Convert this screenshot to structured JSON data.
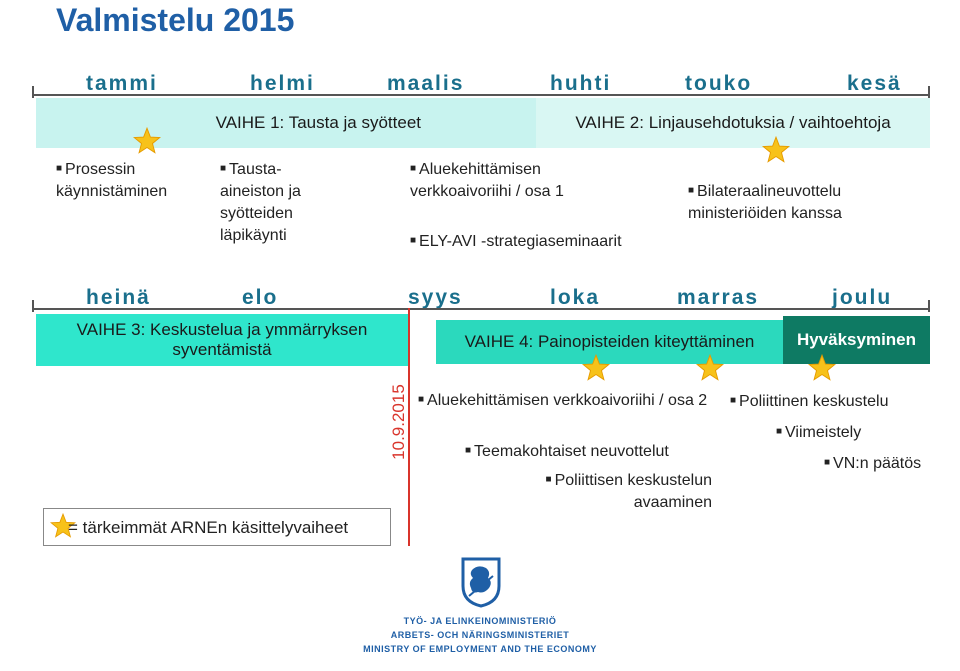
{
  "title": "Valmistelu 2015",
  "months_top": [
    "tammi",
    "helmi",
    "maalis",
    "huhti",
    "touko",
    "kesä"
  ],
  "months_bottom": [
    "heinä",
    "elo",
    "syys",
    "loka",
    "marras",
    "joulu"
  ],
  "phases": {
    "p1": "VAIHE 1: Tausta ja syötteet",
    "p2": "VAIHE 2: Linjausehdotuksia / vaihtoehtoja",
    "p3": "VAIHE 3: Keskustelua ja ymmärryksen syventämistä",
    "p4": "VAIHE 4: Painopisteiden kiteyttäminen",
    "p5": "Hyväksyminen"
  },
  "tasks_top": {
    "prosessin": "Prosessin käynnistäminen",
    "tausta": "Tausta-aineiston ja syötteiden läpikäynti",
    "aluekehitt": "Aluekehittämisen verkkoaivoriihi / osa 1",
    "ely": "ELY-AVI -strategiaseminaarit",
    "bilat": "Bilateraalineuvottelu ministeriöiden kanssa"
  },
  "tasks_bottom": {
    "aluekehitt2": "Aluekehittämisen verkkoaivoriihi / osa 2",
    "teema": "Teemakohtaiset neuvottelut",
    "poliittisen": "Poliittisen keskustelun avaaminen",
    "poliittinen": "Poliittinen keskustelu",
    "viimeistely": "Viimeistely",
    "vn": "VN:n päätös"
  },
  "date_marker": "10.9.2015",
  "legend": "= tärkeimmät ARNEn käsittelyvaiheet",
  "logo": {
    "line1": "TYÖ- JA ELINKEINOMINISTERIÖ",
    "line2": "ARBETS- OCH NÄRINGSMINISTERIET",
    "line3": "MINISTRY OF EMPLOYMENT AND THE ECONOMY"
  },
  "colors": {
    "title": "#1f5fa6",
    "month": "#1a6f8c",
    "phase1": "#c8f3ef",
    "phase2": "#d9f7f3",
    "phase3": "#2fe6cc",
    "phase4": "#2bd9bd",
    "phase5": "#0e7a63",
    "star": "#f7c21a",
    "date_line": "#d9342b",
    "logo": "#1f5fa6"
  },
  "icons": [
    "star-icon",
    "lion-crest-icon"
  ]
}
